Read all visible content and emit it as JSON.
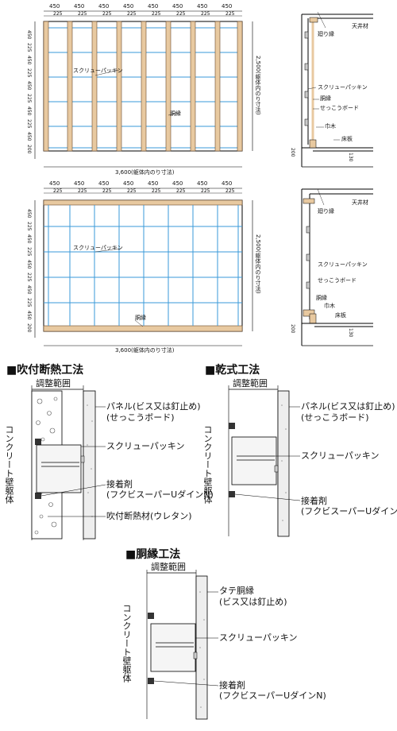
{
  "panel1": {
    "top_dims": [
      "450",
      "450",
      "450",
      "450",
      "450",
      "450",
      "450",
      "450"
    ],
    "sub_dims": [
      "225",
      "225",
      "225",
      "225",
      "225",
      "225",
      "225",
      "225"
    ],
    "left_dims": [
      "450",
      "225",
      "450",
      "225",
      "450",
      "225",
      "450",
      "225",
      "450",
      "200"
    ],
    "label_screw": "スクリューパッキン",
    "label_furring": "胴縁",
    "width_dim": "3,600(躯体内のり寸法)",
    "height_dim": "2,500(躯体内のり寸法)"
  },
  "panel2": {
    "top_dims": [
      "450",
      "450",
      "450",
      "450",
      "450",
      "450",
      "450",
      "450"
    ],
    "sub_dims": [
      "225",
      "225",
      "225",
      "225",
      "225",
      "225",
      "225",
      "225"
    ],
    "left_dims": [
      "450",
      "225",
      "450",
      "225",
      "450",
      "225",
      "450",
      "225",
      "450",
      "200"
    ],
    "label_screw": "スクリューパッキン",
    "label_furring": "胴縁",
    "width_dim": "3,600(躯体内のり寸法)",
    "height_dim": "2,500(躯体内のり寸法)"
  },
  "section1": {
    "ceiling": "天井材",
    "mawaribuchi": "廻り縁",
    "screw": "スクリューパッキン",
    "furring": "胴縁",
    "board": "せっこうボード",
    "habaki": "巾木",
    "floor": "床板",
    "dim200": "200",
    "dim130": "130"
  },
  "section2": {
    "ceiling": "天井材",
    "mawaribuchi": "廻り縁",
    "screw": "スクリューパッキン",
    "board": "せっこうボード",
    "furring": "胴縁",
    "habaki": "巾木",
    "floor": "床板",
    "dim200": "200",
    "dim130": "130"
  },
  "method1": {
    "title": "■吹付断熱工法",
    "range": "調整範囲",
    "wall": "コンクリート壁躯体",
    "panel": "パネル(ビス又は釘止め)",
    "panel_sub": "(せっこうボード)",
    "screw": "スクリューパッキン",
    "adhesive": "接着剤",
    "adhesive_sub": "(フクビスーパーUダインN)",
    "insulation": "吹付断熱材(ウレタン)"
  },
  "method2": {
    "title": "■乾式工法",
    "range": "調整範囲",
    "wall": "コンクリート壁躯体",
    "panel": "パネル(ビス又は釘止め)",
    "panel_sub": "(せっこうボード)",
    "screw": "スクリューパッキン",
    "adhesive": "接着剤",
    "adhesive_sub": "(フクビスーパーUダインN)"
  },
  "method3": {
    "title": "■胴縁工法",
    "range": "調整範囲",
    "wall": "コンクリート壁躯体",
    "furring": "タテ胴縁",
    "furring_sub": "(ビス又は釘止め)",
    "screw": "スクリューパッキン",
    "adhesive": "接着剤",
    "adhesive_sub": "(フクビスーパーUダインN)"
  },
  "colors": {
    "blue": "#3a9ad9",
    "wood": "#e8c9a0",
    "gray": "#888888"
  }
}
